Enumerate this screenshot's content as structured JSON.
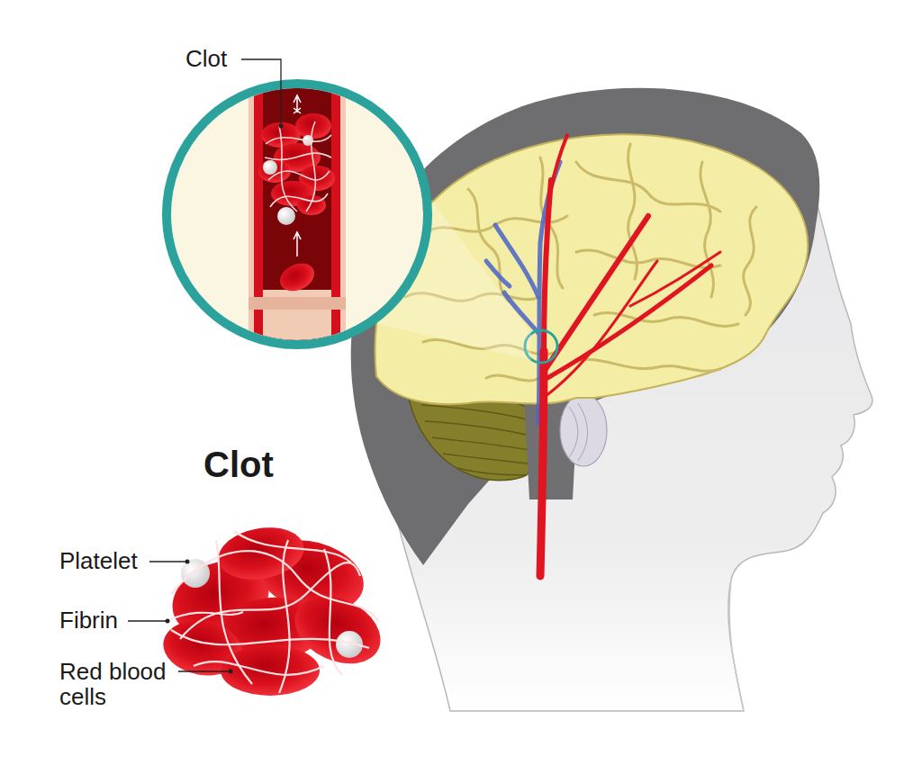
{
  "diagram": {
    "title": "Clot",
    "labels": [
      "Clot",
      "Platelet",
      "Fibrin",
      "Red blood cells"
    ]
  }
}
